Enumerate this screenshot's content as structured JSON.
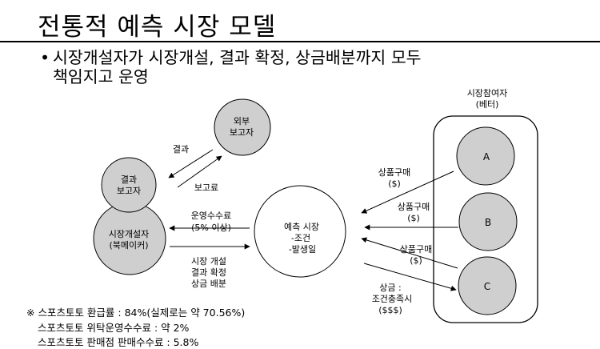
{
  "title": "전통적 예측 시장 모델",
  "bullet": {
    "line1": "시장개설자가 시장개설, 결과 확정, 상금배분까지 모두",
    "line2": "책임지고 운영"
  },
  "nodes": {
    "external_reporter": [
      "외부",
      "보고자"
    ],
    "result_reporter": [
      "결과",
      "보고자"
    ],
    "market_opener": [
      "시장개설자",
      "(북메이커)"
    ],
    "prediction_market": [
      "예측 시장",
      "-조건",
      "-발생일"
    ],
    "participants_title": [
      "시장참여자",
      "(베터)"
    ],
    "participant_a": "A",
    "participant_b": "B",
    "participant_c": "C"
  },
  "edge_labels": {
    "result": "결과",
    "report_fee": "보고료",
    "operation_fee": [
      "운영수수료",
      "(5% 이상)"
    ],
    "market_tasks": [
      "시장 개설",
      "결과 확정",
      "상금 배분"
    ],
    "purchase_a": [
      "상품구매",
      "($)"
    ],
    "purchase_b": [
      "상품구매",
      "($)"
    ],
    "purchase_c": [
      "상품구매",
      "($)"
    ],
    "prize": [
      "상금 :",
      "조건충족시",
      "($$$)"
    ]
  },
  "notes": [
    "※ 스포츠토토 환급률 : 84%(실제로는 약 70.56%)",
    "스포츠토토 위탁운영수수료 : 약 2%",
    "스포츠토토 판매점 판매수수료 : 5.8%"
  ],
  "colors": {
    "node_fill": "#cfcfcf",
    "line": "#000000",
    "background": "#ffffff"
  }
}
